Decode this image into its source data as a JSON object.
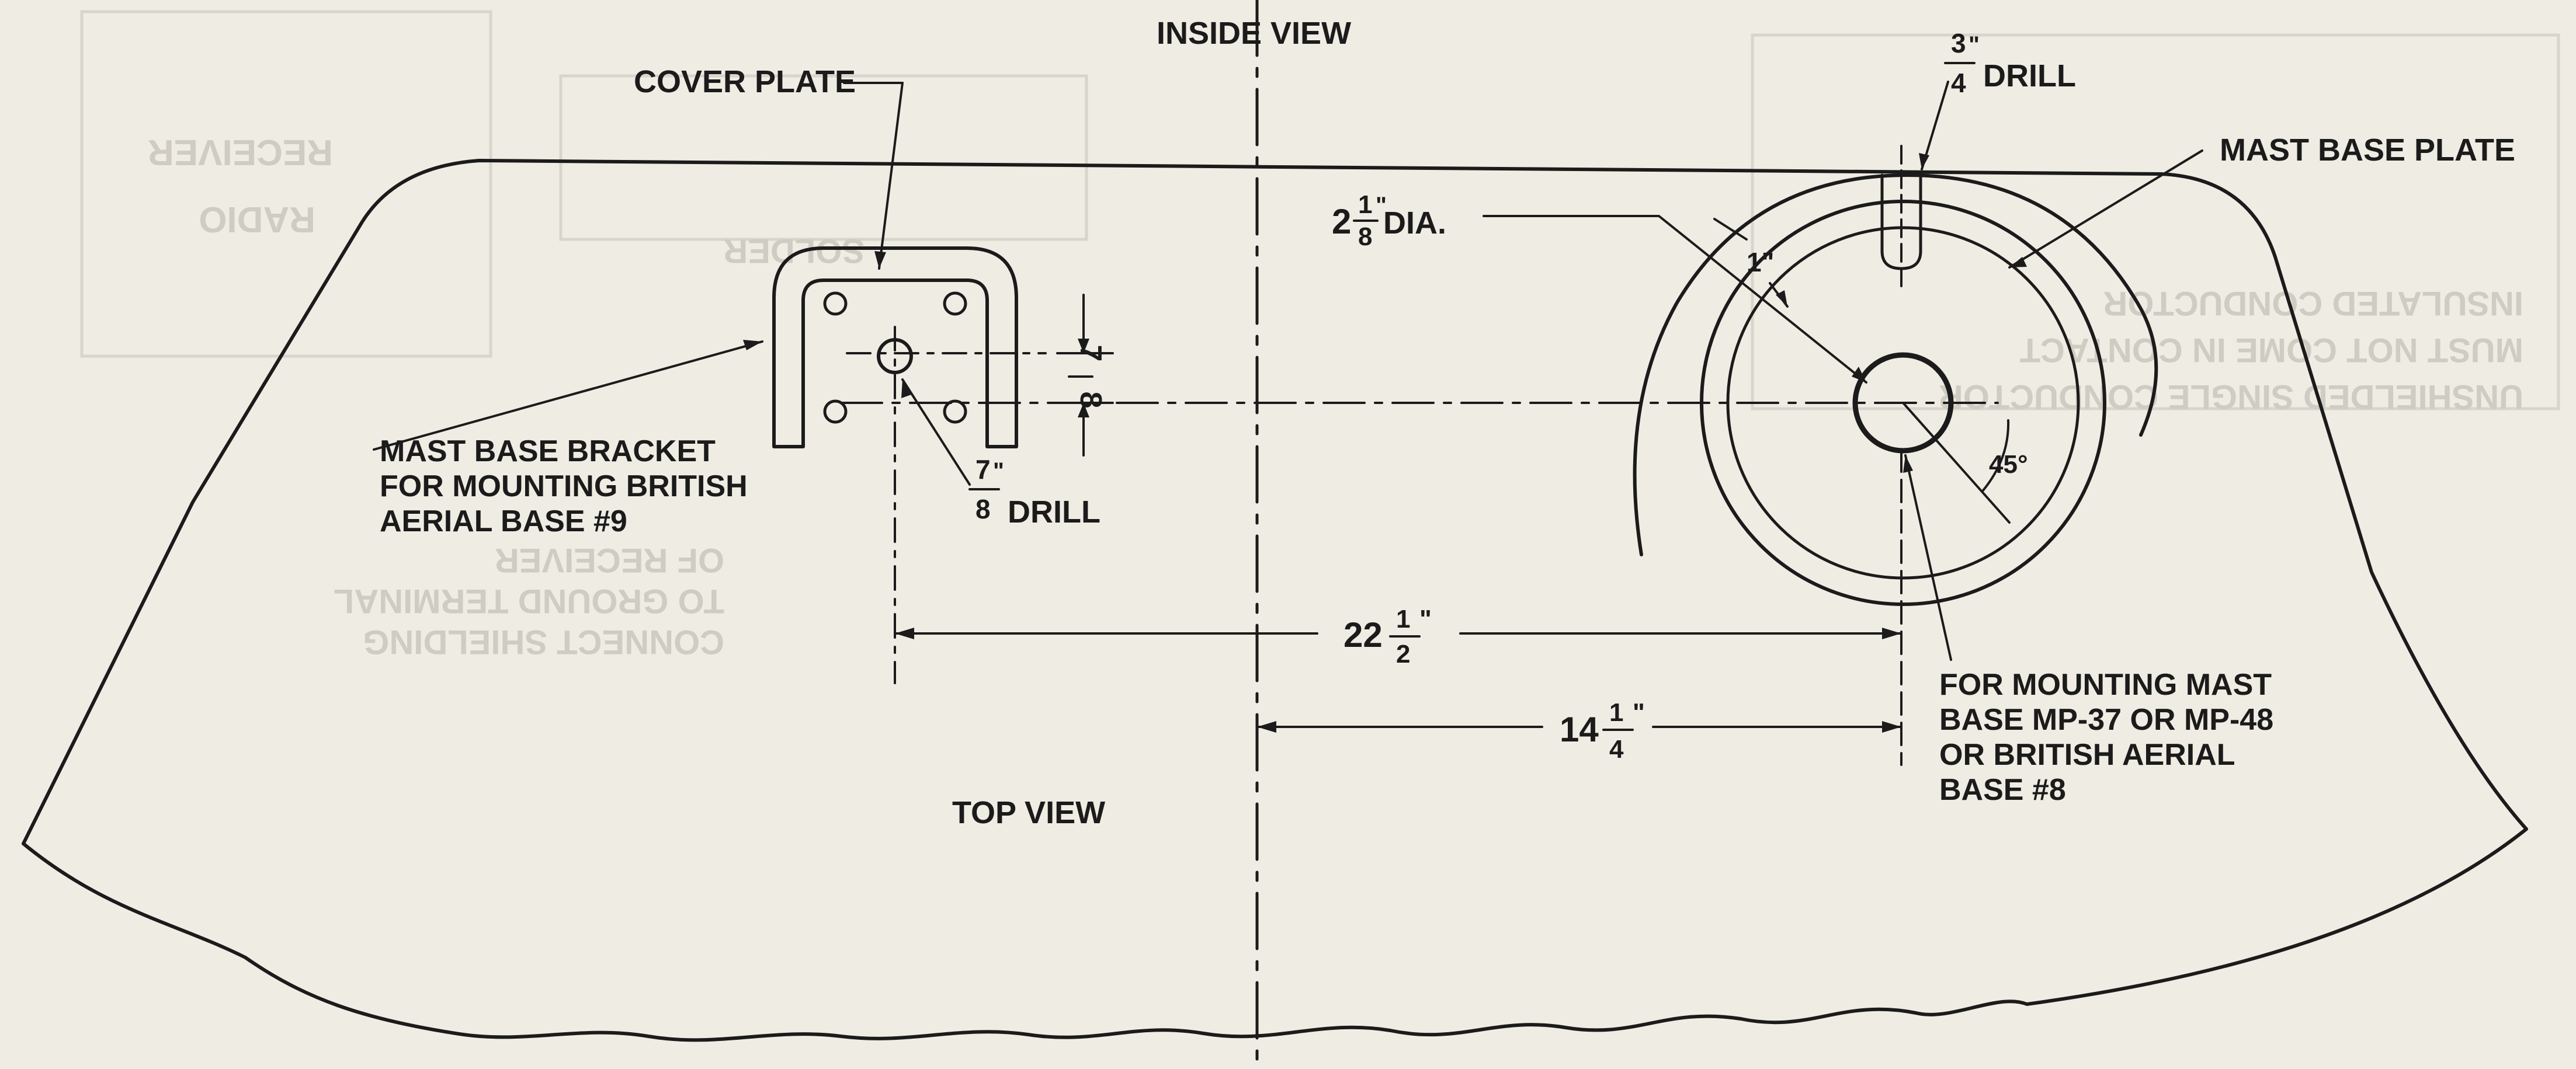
{
  "drawing": {
    "view_inside": "INSIDE VIEW",
    "view_top": "TOP VIEW",
    "cover_plate": "COVER PLATE",
    "bracket": [
      "MAST BASE BRACKET",
      "FOR MOUNTING BRITISH",
      "AERIAL BASE #9"
    ],
    "mast_base_plate": "MAST BASE PLATE",
    "mounting_note": [
      "FOR MOUNTING MAST",
      "BASE MP-37 OR MP-48",
      "OR BRITISH AERIAL",
      "BASE #8"
    ],
    "drill_large": {
      "num": "3",
      "den": "4",
      "unit": "\"",
      "suffix": "DRILL"
    },
    "drill_small": {
      "num": "7",
      "den": "8",
      "unit": "\"",
      "suffix": "DRILL"
    },
    "hole_dia": {
      "whole": "2",
      "num": "1",
      "den": "8",
      "unit": "\"",
      "suffix": "DIA."
    },
    "ring_width": "1\"",
    "offset": {
      "num": "7",
      "den": "8"
    },
    "angle": "45°",
    "dim_bracket_to_mast": {
      "whole": "22",
      "num": "1",
      "den": "2",
      "unit": "\""
    },
    "dim_center_to_mast": {
      "whole": "14",
      "num": "1",
      "den": "4",
      "unit": "\""
    }
  },
  "background": {
    "bleed_lines": [
      "RECEIVER",
      "RADIO",
      "SOLDER",
      "CONNECT SHIELDING",
      "TO GROUND TERMINAL",
      "OF RECEIVER",
      "INSULATED CONDUCTOR",
      "MUST NOT COME IN CONTACT",
      "UNSHIELDED SINGLE CONDUCTOR"
    ]
  },
  "colors": {
    "ink": "#1b1b1b",
    "paper": "#efece3",
    "bleed": "#cfccc3"
  }
}
